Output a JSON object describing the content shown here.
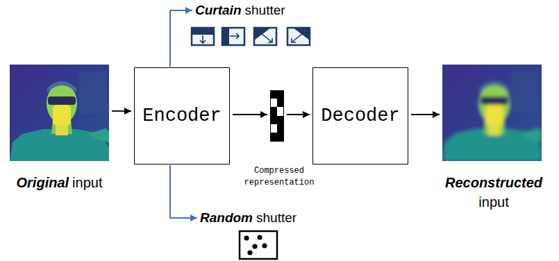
{
  "diagram": {
    "nodes": [
      {
        "text": [
          "Original",
          "input"
        ]
      },
      {
        "text": [
          "Encoder"
        ]
      },
      {
        "text": [
          "Curtain",
          "shutter"
        ]
      },
      {
        "text": [
          "Random",
          "shutter"
        ]
      },
      {
        "text": [
          "Compressed representation"
        ]
      },
      {
        "text": [
          "Decoder"
        ]
      },
      {
        "text": [
          "Reconstructed",
          "input"
        ]
      }
    ],
    "edges": [
      {
        "from": 0,
        "to": 1,
        "arrow": "to"
      },
      {
        "from": 1,
        "to": 2,
        "arrow": "to"
      },
      {
        "from": 1,
        "to": 3,
        "arrow": "to"
      },
      {
        "from": 1,
        "to": 4,
        "arrow": "to"
      },
      {
        "from": 4,
        "to": 5,
        "arrow": "to"
      },
      {
        "from": 5,
        "to": 6,
        "arrow": "to"
      }
    ]
  }
}
